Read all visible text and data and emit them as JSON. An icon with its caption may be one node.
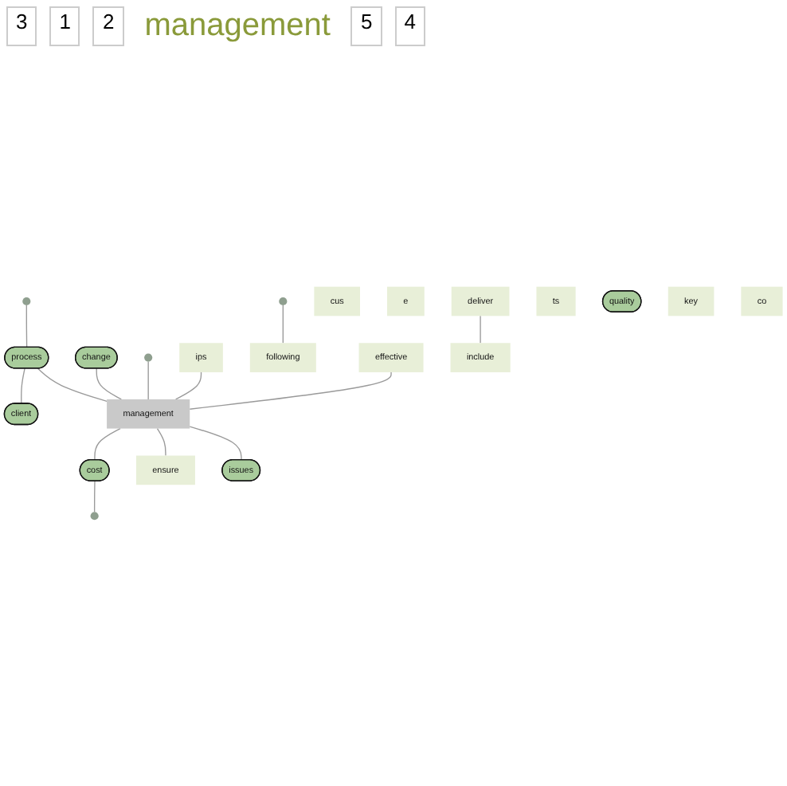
{
  "diagram": {
    "nodes": [
      {
        "text": [
          "client"
        ]
      },
      {
        "text": [],
        "shape": "circle"
      },
      {
        "text": [],
        "shape": "circle"
      },
      {
        "text": [
          "cus"
        ]
      },
      {
        "text": [
          "process"
        ]
      },
      {
        "text": [
          "change"
        ]
      },
      {
        "text": [
          "ips"
        ]
      },
      {
        "text": [
          "e"
        ]
      },
      {
        "text": [],
        "shape": "circle"
      },
      {
        "text": [
          "following"
        ]
      },
      {
        "text": [
          "effective"
        ]
      },
      {
        "text": [
          "deliver"
        ]
      },
      {
        "text": [
          "management"
        ]
      },
      {
        "text": [
          "include"
        ]
      },
      {
        "text": [
          "cost"
        ]
      },
      {
        "text": [],
        "shape": "circle"
      },
      {
        "text": [
          "ensure"
        ]
      },
      {
        "text": [
          "ts"
        ]
      },
      {
        "text": [
          "quality"
        ]
      },
      {
        "text": [
          "issues"
        ]
      },
      {
        "text": [
          "key"
        ]
      },
      {
        "text": [
          "co"
        ]
      }
    ],
    "edges": [
      {
        "from": 4,
        "to": 0,
        "arrow": "none"
      },
      {
        "from": 1,
        "to": 4,
        "arrow": "none"
      },
      {
        "from": 4,
        "to": 12,
        "arrow": "none"
      },
      {
        "from": 2,
        "to": 9,
        "arrow": "none"
      },
      {
        "from": 5,
        "to": 12,
        "arrow": "none"
      },
      {
        "from": 8,
        "to": 12,
        "arrow": "none"
      },
      {
        "from": 6,
        "to": 12,
        "arrow": "none"
      },
      {
        "from": 10,
        "to": 12,
        "arrow": "none"
      },
      {
        "from": 11,
        "to": 13,
        "arrow": "none"
      },
      {
        "from": 12,
        "to": 16,
        "arrow": "none"
      },
      {
        "from": 12,
        "to": 14,
        "arrow": "none"
      },
      {
        "from": 14,
        "to": 15,
        "arrow": "none"
      },
      {
        "from": 12,
        "to": 19,
        "arrow": "none"
      }
    ],
    "labels": [
      "3",
      "1",
      "2",
      "management",
      "5",
      "4"
    ]
  }
}
